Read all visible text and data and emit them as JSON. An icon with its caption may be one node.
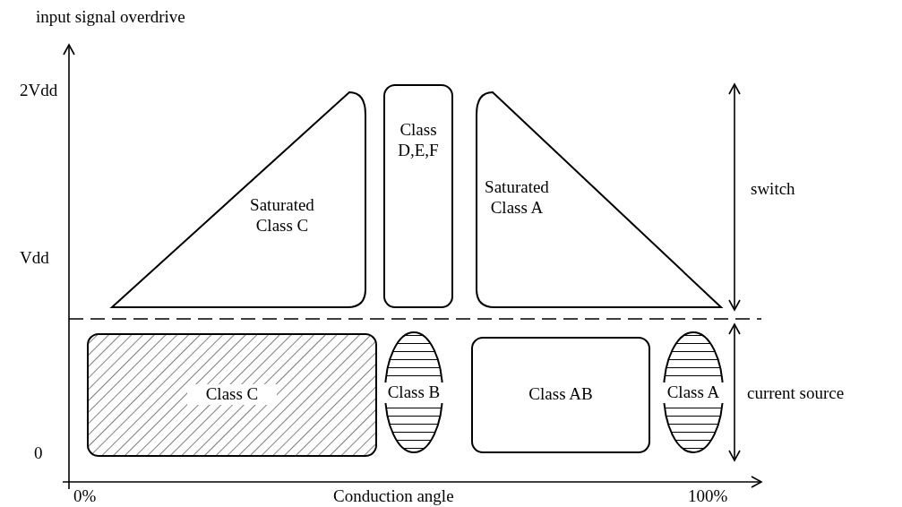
{
  "diagram": {
    "nodes": [
      {
        "text": [
          "Saturated Class C"
        ]
      },
      {
        "text": [
          "Class D,E,F"
        ]
      },
      {
        "text": [
          "Saturated Class A"
        ]
      },
      {
        "text": [
          "Class C"
        ]
      },
      {
        "text": [
          "Class B"
        ]
      },
      {
        "text": [
          "Class AB"
        ]
      },
      {
        "text": [
          "Class A"
        ]
      }
    ],
    "edges": [],
    "labels": [
      "input signal overdrive",
      "2Vdd",
      "switch",
      "Vdd",
      "current source",
      "0",
      "0%",
      "Conduction angle",
      "100%"
    ]
  }
}
